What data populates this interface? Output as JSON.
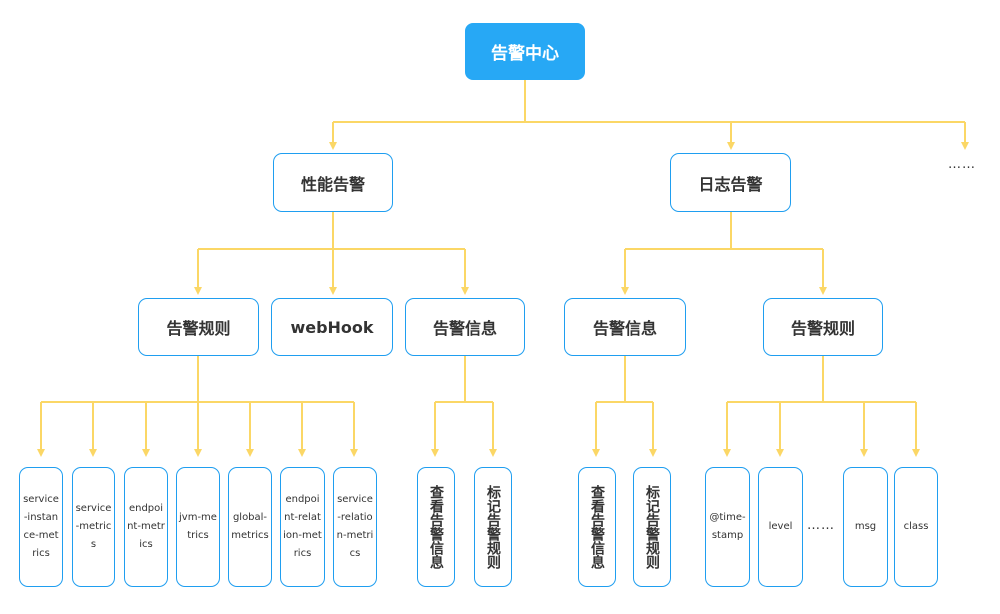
{
  "colors": {
    "connector": "#fbd766",
    "node_border": "#1f9ef0",
    "root_fill": "#27a8f5",
    "text": "#333333"
  },
  "root": {
    "label": "告警中心"
  },
  "perf": {
    "label": "性能告警",
    "rules": {
      "label": "告警规则",
      "items": [
        "service-instance-metrics",
        "service-metrics",
        "endpoint-metrics",
        "jvm-metrics",
        "global-metrics",
        "endpoint-relation-metrics",
        "service-relation-metrics"
      ]
    },
    "webhook": {
      "label": "webHook"
    },
    "info": {
      "label": "告警信息",
      "items": [
        "查看告警信息",
        "标记告警规则"
      ]
    }
  },
  "log": {
    "label": "日志告警",
    "info": {
      "label": "告警信息",
      "items": [
        "查看告警信息",
        "标记告警规则"
      ]
    },
    "rules": {
      "label": "告警规则",
      "items": [
        "@time-stamp",
        "level",
        "msg",
        "class"
      ],
      "gap_ellipsis": "……"
    }
  },
  "more_ellipsis": "……"
}
